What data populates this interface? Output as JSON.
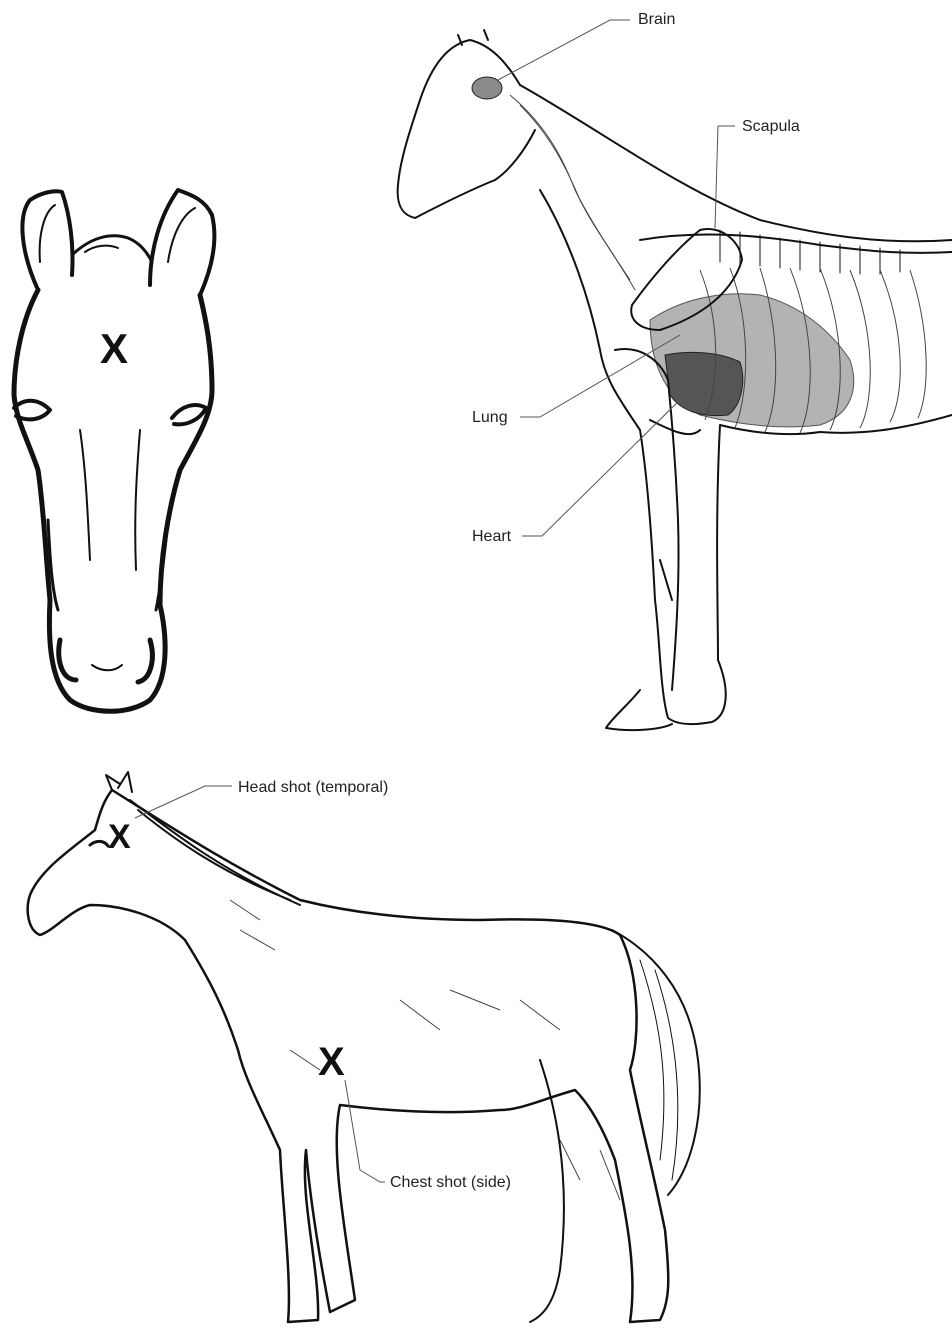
{
  "front_view": {
    "target_mark": "X"
  },
  "anatomy_view": {
    "labels": {
      "brain": "Brain",
      "scapula": "Scapula",
      "lung": "Lung",
      "heart": "Heart"
    },
    "colors": {
      "lung_shade": "#b3b3b3",
      "heart_shade": "#555555",
      "brain_shade": "#8a8a8a"
    }
  },
  "side_view": {
    "labels": {
      "head_shot": "Head shot (temporal)",
      "chest_shot": "Chest shot (side)"
    },
    "head_mark": "X",
    "chest_mark": "X"
  }
}
